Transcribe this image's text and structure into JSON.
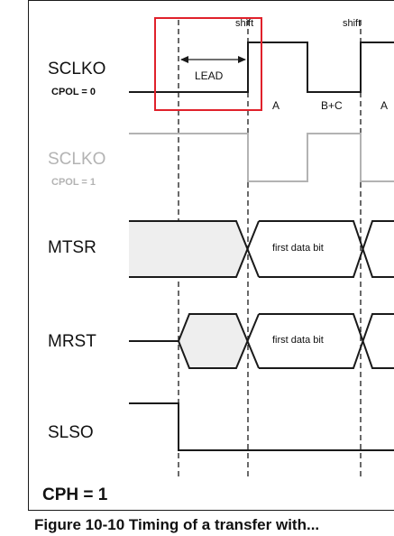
{
  "labels": {
    "sclko": "SCLKO",
    "cpol0": "CPOL = 0",
    "sclko_gray": "SCLKO",
    "cpol1": "CPOL = 1",
    "mtsr": "MTSR",
    "mrst": "MRST",
    "slso": "SLSO",
    "cph": "CPH = 1",
    "shift1": "shift",
    "shift2": "shift",
    "lead": "LEAD",
    "phase_a1": "A",
    "phase_bc": "B+C",
    "phase_a2": "A",
    "mtsr_bit": "first data bit",
    "mrst_bit": "first data bit",
    "caption": "Figure 10-10 Timing of a transfer with..."
  },
  "colors": {
    "line": "#1a1a1a",
    "gray_line": "#b3b3b3",
    "highlight_box": "#e0212b",
    "undefined_fill": "#eeeeee"
  }
}
